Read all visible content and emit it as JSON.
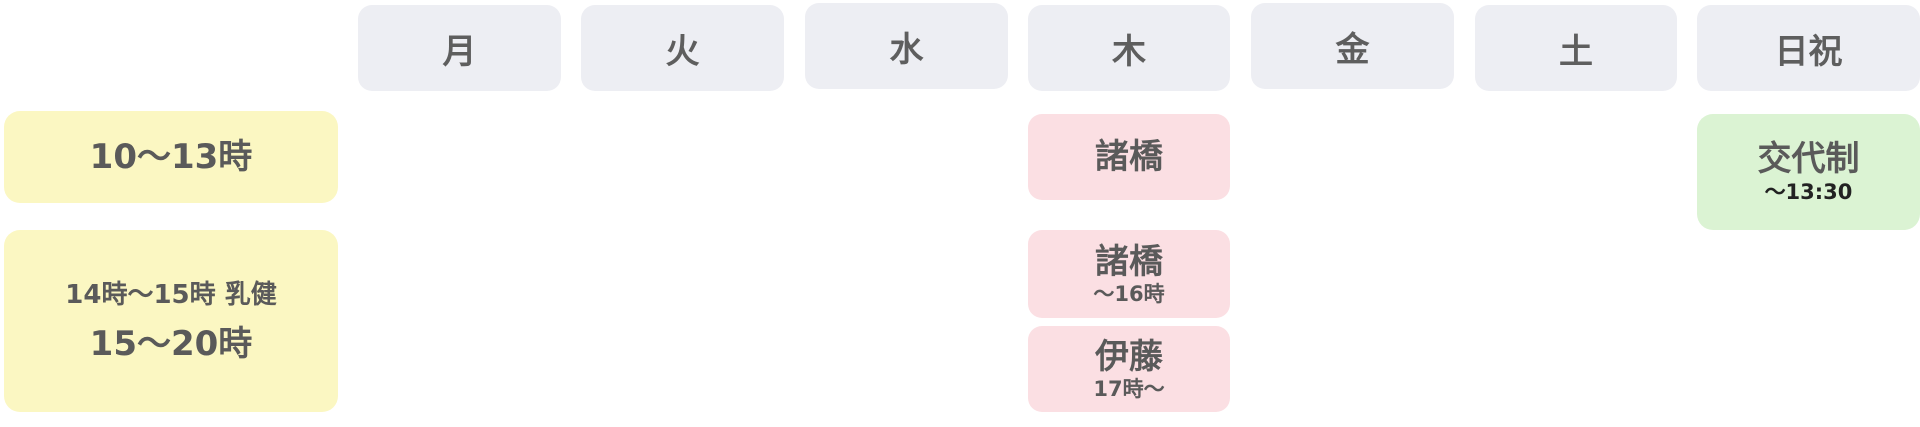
{
  "headers": {
    "mon": "月",
    "tue": "火",
    "wed": "水",
    "thu": "木",
    "fri": "金",
    "sat": "土",
    "sunhol": "日祝"
  },
  "time_slots": {
    "morning": "10〜13時",
    "afternoon_line1": "14時〜15時 乳健",
    "afternoon_line2": "15〜20時"
  },
  "thursday": {
    "morning_doctor": "諸橋",
    "afternoon_doctor_1": "諸橋",
    "afternoon_doctor_1_note": "〜16時",
    "afternoon_doctor_2": "伊藤",
    "afternoon_doctor_2_note": "17時〜"
  },
  "sunday_holiday": {
    "morning_label": "交代制",
    "morning_note": "〜13:30"
  },
  "colors": {
    "header_bg": "#edeef3",
    "time_bg": "#fbf7c2",
    "doctor_bg": "#fbdfe3",
    "rotation_bg": "#dbf3d3"
  }
}
